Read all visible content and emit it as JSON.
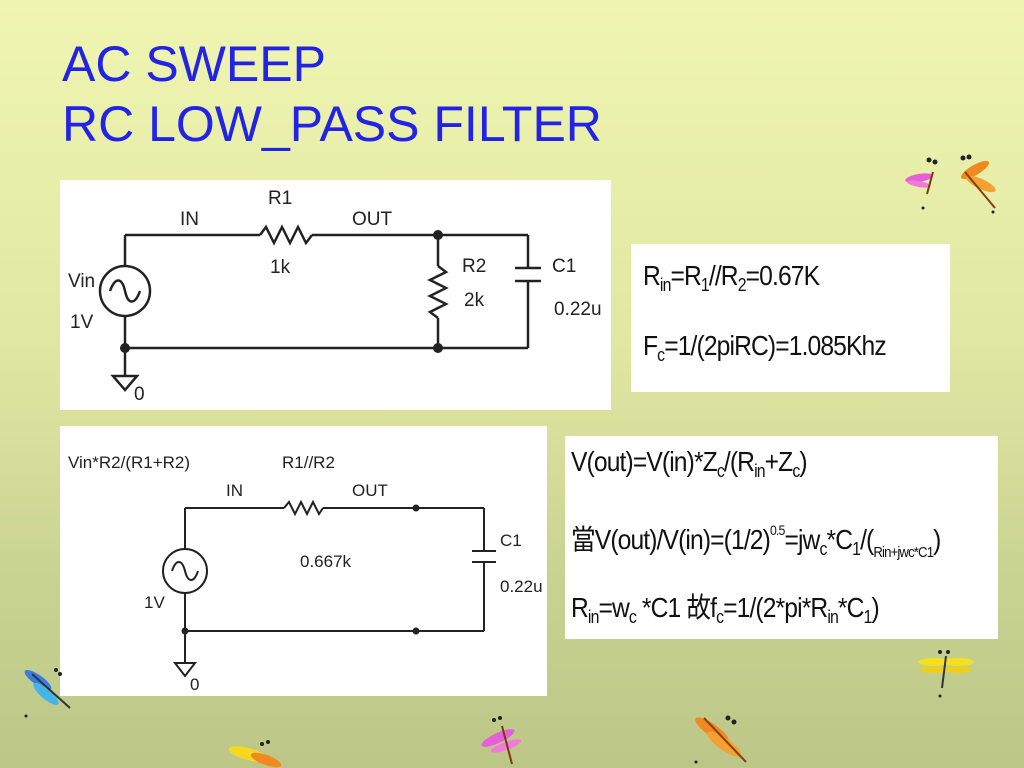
{
  "title": {
    "line1": "AC SWEEP",
    "line2": "RC LOW_PASS FILTER"
  },
  "circuit1": {
    "source_name": "Vin",
    "source_value": "1V",
    "input_node": "IN",
    "output_node": "OUT",
    "r1_name": "R1",
    "r1_value": "1k",
    "r2_name": "R2",
    "r2_value": "2k",
    "c1_name": "C1",
    "c1_value": "0.22u",
    "ground": "0"
  },
  "circuit2": {
    "source_name": "Vin*R2/(R1+R2)",
    "source_value": "1V",
    "input_node": "IN",
    "output_node": "OUT",
    "r_name": "R1//R2",
    "r_value": "0.667k",
    "c1_name": "C1",
    "c1_value": "0.22u",
    "ground": "0"
  },
  "formula1": {
    "rin_R": "R",
    "rin_sub": "in",
    "rin_eq1": "=R",
    "rin_sub1": "1",
    "rin_eq2": "//R",
    "rin_sub2": "2",
    "rin_result": "=0.67K",
    "fc_F": "F",
    "fc_sub": "c",
    "fc_rest": "=1/(2piRC)=1.085Khz"
  },
  "formula2": {
    "l1_a": "V(out)=V(in)*Z",
    "l1_sub1": "c",
    "l1_b": "/(R",
    "l1_sub2": "in",
    "l1_c": "+Z",
    "l1_sub3": "c",
    "l1_d": ")",
    "l2_a": "當V(out)/V(in)=(1/2)",
    "l2_sup": "0.5",
    "l2_b": "=jw",
    "l2_sub1": "c",
    "l2_c": "*C",
    "l2_sub2": "1",
    "l2_d": "/(",
    "l2_sub3": "Rin+jwc*C1",
    "l2_e": ")",
    "l3_a": "R",
    "l3_sub1": "in",
    "l3_b": "=w",
    "l3_sub2": "c",
    "l3_c": " *C1 故f",
    "l3_sub3": "c",
    "l3_d": "=1/(2*pi*R",
    "l3_sub4": "in",
    "l3_e": "*C",
    "l3_sub5": "1",
    "l3_f": ")"
  },
  "colors": {
    "title": "#2323e6",
    "background_top": "#f0f6b2",
    "background_bottom": "#bcc687"
  },
  "decorations": [
    "dragonfly-icon"
  ]
}
